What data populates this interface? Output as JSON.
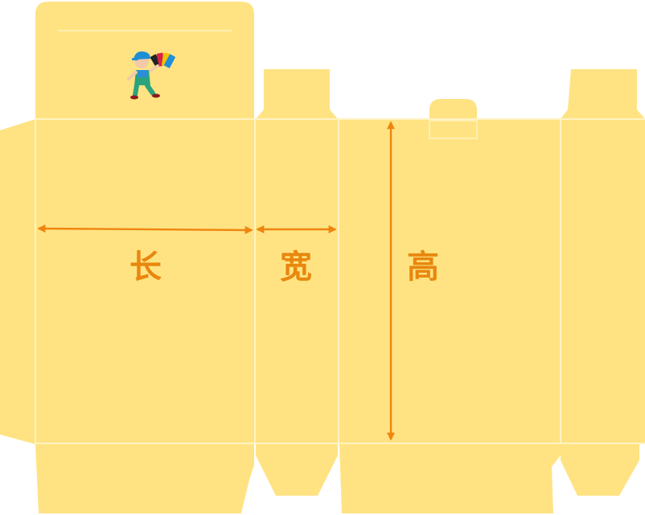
{
  "colors": {
    "panel": "#FFE382",
    "fold_line": "#FFF3C2",
    "arrow": "#EE850F",
    "label": "#E8870E"
  },
  "labels": {
    "length": "长",
    "width": "宽",
    "height": "高"
  },
  "icons": {
    "mascot": "worker-mascot-holding-ink-cartridges-icon"
  }
}
